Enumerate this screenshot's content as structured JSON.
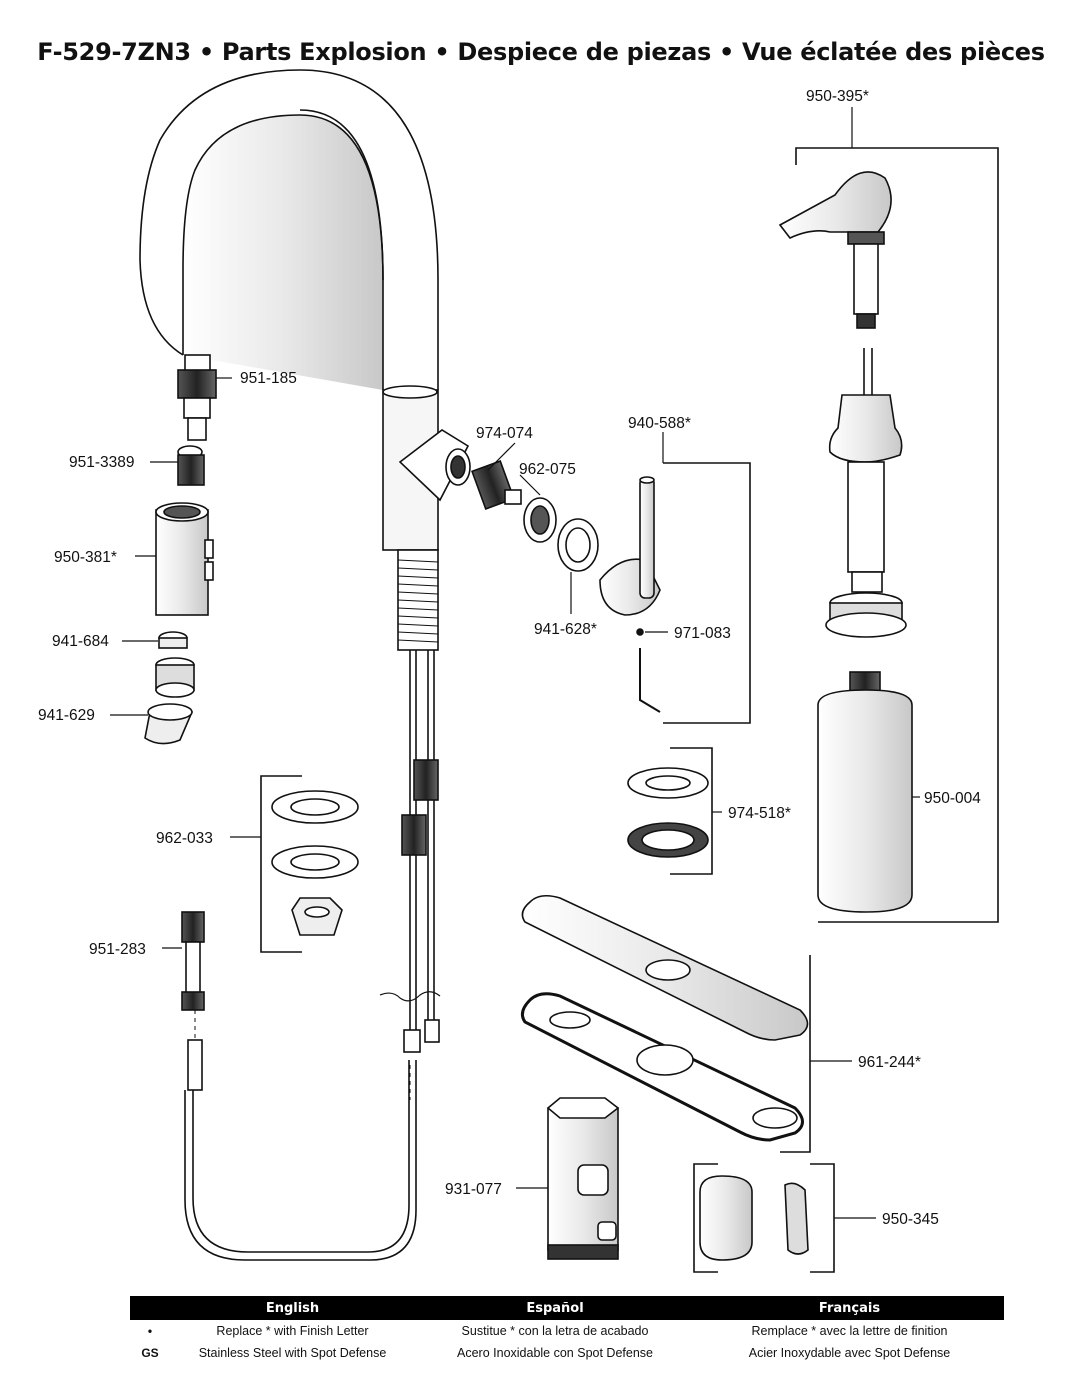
{
  "title": {
    "model": "F-529-7ZN3",
    "en": "Parts Explosion",
    "es": "Despiece de piezas",
    "fr": "Vue éclatée des pièces",
    "separator": "•"
  },
  "parts": {
    "p950_395": "950-395*",
    "p951_185": "951-185",
    "p974_074": "974-074",
    "p940_588": "940-588*",
    "p962_075": "962-075",
    "p951_3389": "951-3389",
    "p950_381": "950-381*",
    "p941_628": "941-628*",
    "p971_083": "971-083",
    "p941_684": "941-684",
    "p941_629": "941-629",
    "p950_004": "950-004",
    "p974_518": "974-518*",
    "p962_033": "962-033",
    "p951_283": "951-283",
    "p961_244": "961-244*",
    "p931_077": "931-077",
    "p950_345": "950-345"
  },
  "legend": {
    "headers": [
      "English",
      "Español",
      "Français"
    ],
    "rows": [
      {
        "key": "•",
        "en": "Replace * with Finish Letter",
        "es": "Sustitue * con la letra de acabado",
        "fr": "Remplace * avec la lettre de finition"
      },
      {
        "key": "GS",
        "en": "Stainless Steel with Spot Defense",
        "es": "Acero Inoxidable con Spot Defense",
        "fr": "Acier Inoxydable avec Spot Defense"
      }
    ]
  }
}
